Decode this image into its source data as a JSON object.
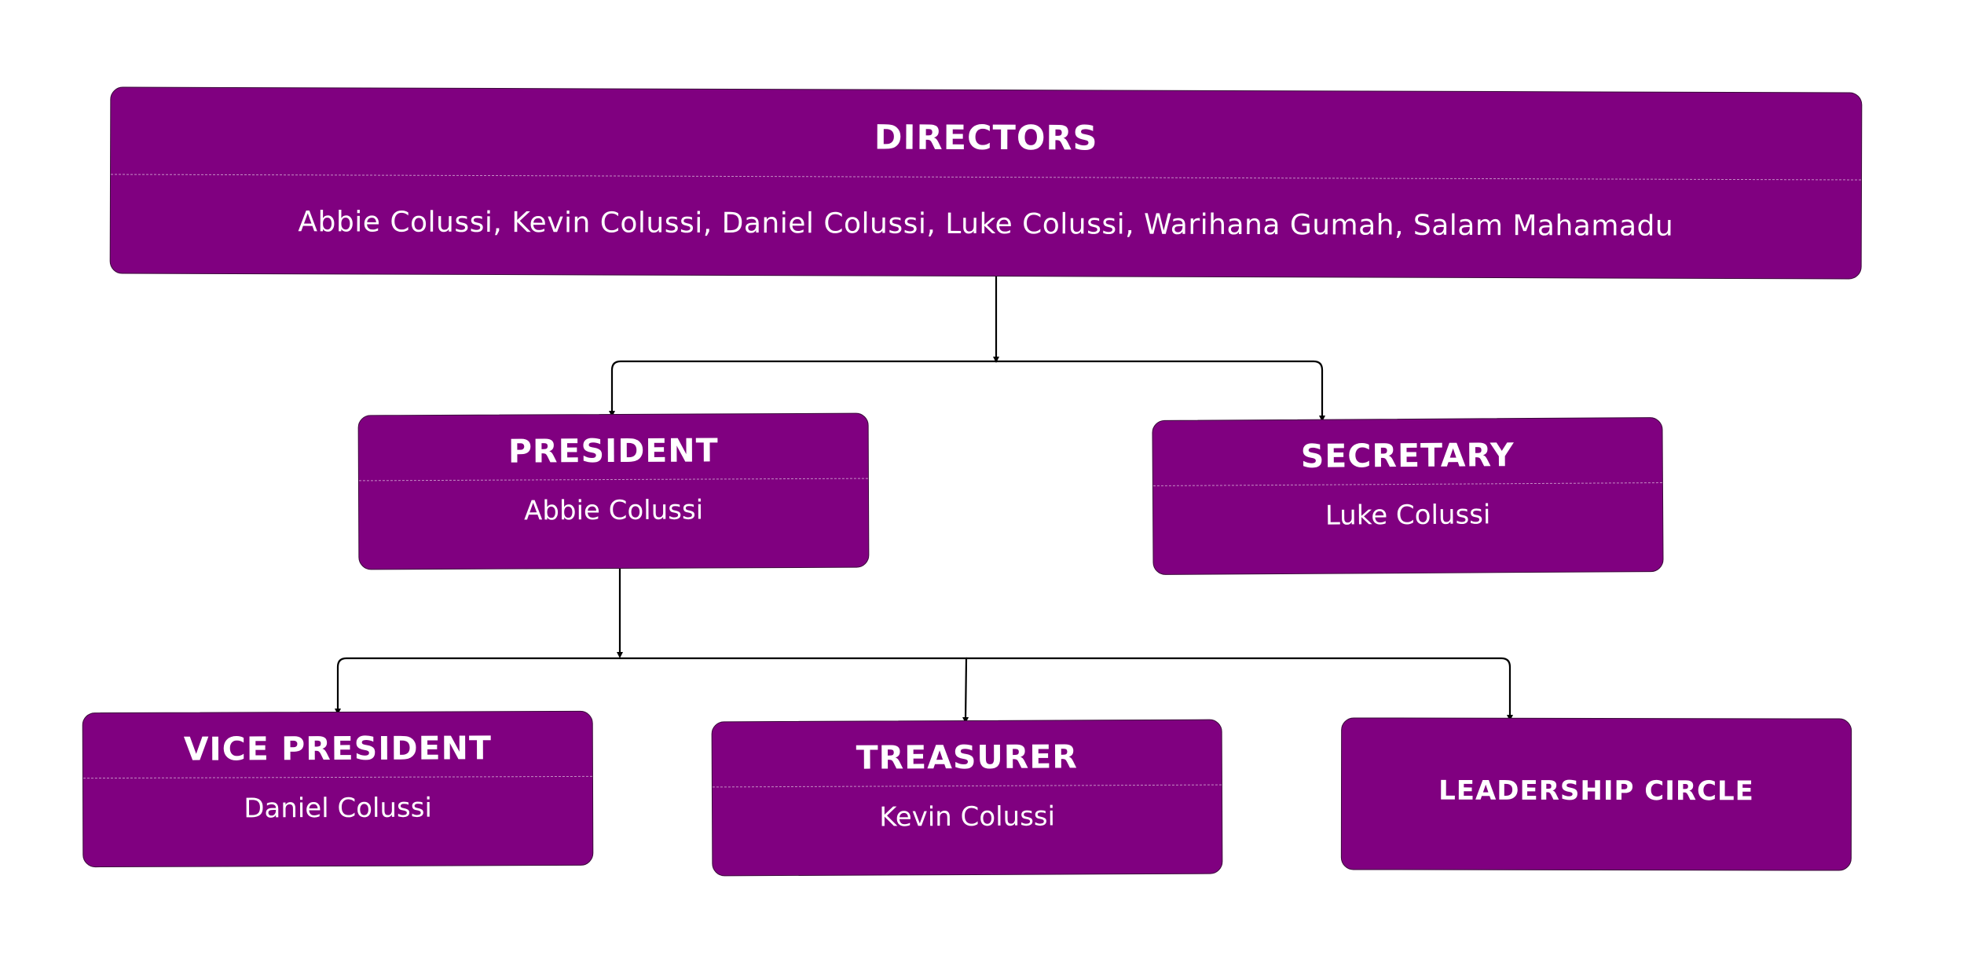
{
  "colors": {
    "node_fill": "#800080",
    "node_border": "#3a0a3a",
    "text": "#ffffff",
    "connector": "#000000",
    "background": "#ffffff"
  },
  "nodes": {
    "directors": {
      "title": "DIRECTORS",
      "members": "Abbie Colussi, Kevin Colussi, Daniel Colussi, Luke Colussi, Warihana Gumah, Salam Mahamadu"
    },
    "president": {
      "title": "PRESIDENT",
      "member": "Abbie Colussi"
    },
    "secretary": {
      "title": "SECRETARY",
      "member": "Luke Colussi"
    },
    "vice_president": {
      "title": "VICE PRESIDENT",
      "member": "Daniel Colussi"
    },
    "treasurer": {
      "title": "TREASURER",
      "member": "Kevin Colussi"
    },
    "leadership_circle": {
      "title": "LEADERSHIP CIRCLE"
    }
  },
  "edges": [
    {
      "from": "directors",
      "to": "president"
    },
    {
      "from": "directors",
      "to": "secretary"
    },
    {
      "from": "president",
      "to": "vice_president"
    },
    {
      "from": "president",
      "to": "treasurer"
    },
    {
      "from": "president",
      "to": "leadership_circle"
    }
  ]
}
